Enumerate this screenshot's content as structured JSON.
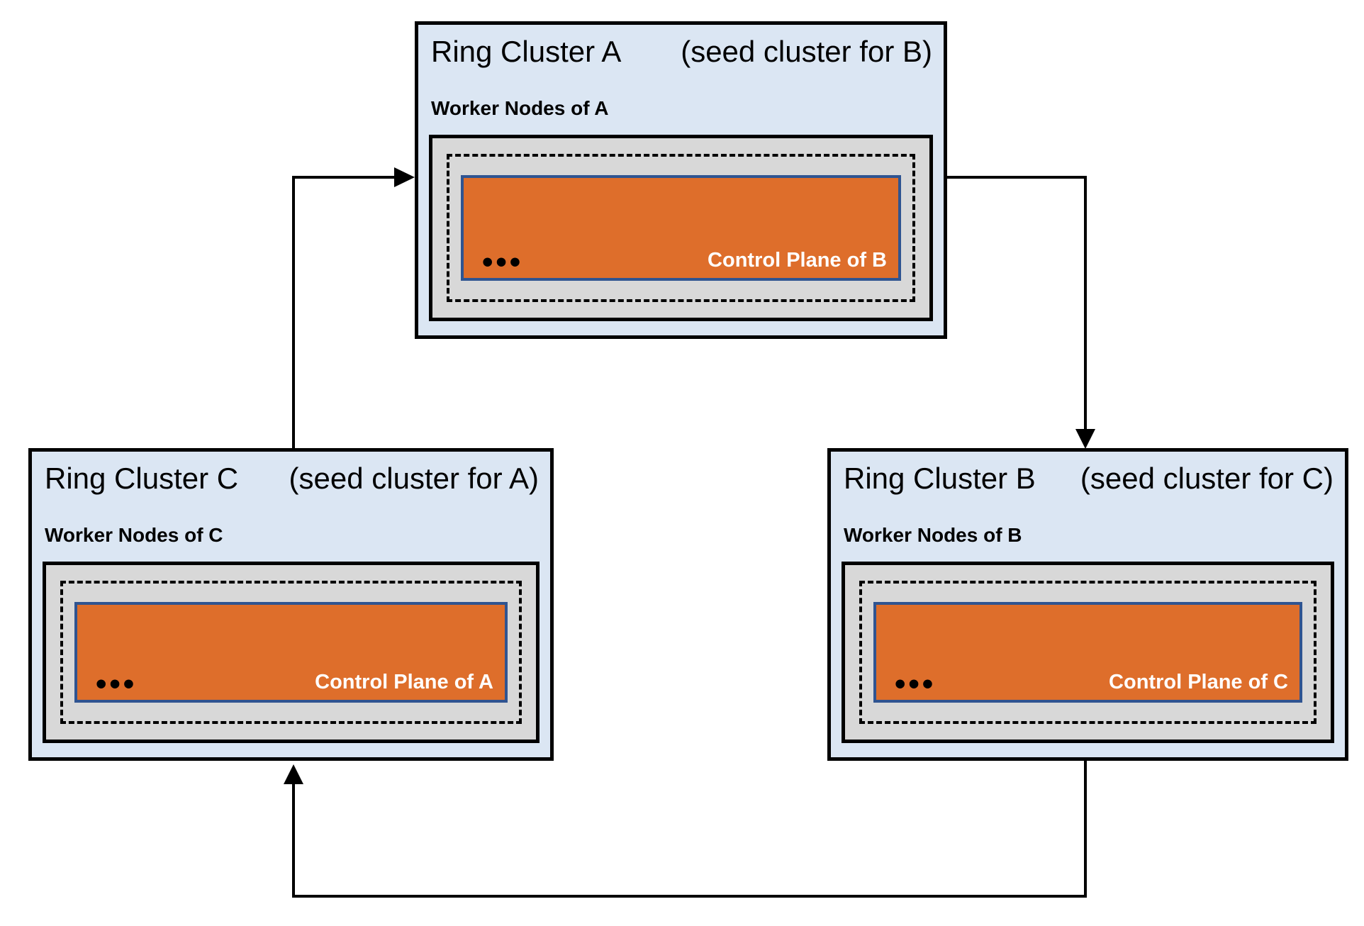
{
  "colors": {
    "cluster-bg": "#dbe6f3",
    "worker-bg": "#d8d8d8",
    "control-bg": "#de6e2b",
    "control-border": "#2f5491",
    "line": "#000000"
  },
  "clusters": [
    {
      "id": "A",
      "title": "Ring Cluster A",
      "subtitle": "(seed cluster for B)",
      "worker_label": "Worker Nodes of A",
      "dots": "•••",
      "control_label": "Control Plane of B"
    },
    {
      "id": "C",
      "title": "Ring Cluster C",
      "subtitle": "(seed cluster for A)",
      "worker_label": "Worker Nodes of C",
      "dots": "•••",
      "control_label": "Control Plane of A"
    },
    {
      "id": "B",
      "title": "Ring Cluster B",
      "subtitle": "(seed cluster for C)",
      "worker_label": "Worker Nodes of B",
      "dots": "•••",
      "control_label": "Control Plane of C"
    }
  ],
  "arrows": [
    {
      "from": "Ring Cluster A",
      "to": "Ring Cluster B"
    },
    {
      "from": "Ring Cluster B",
      "to": "Ring Cluster C"
    },
    {
      "from": "Ring Cluster C",
      "to": "Ring Cluster A"
    }
  ]
}
